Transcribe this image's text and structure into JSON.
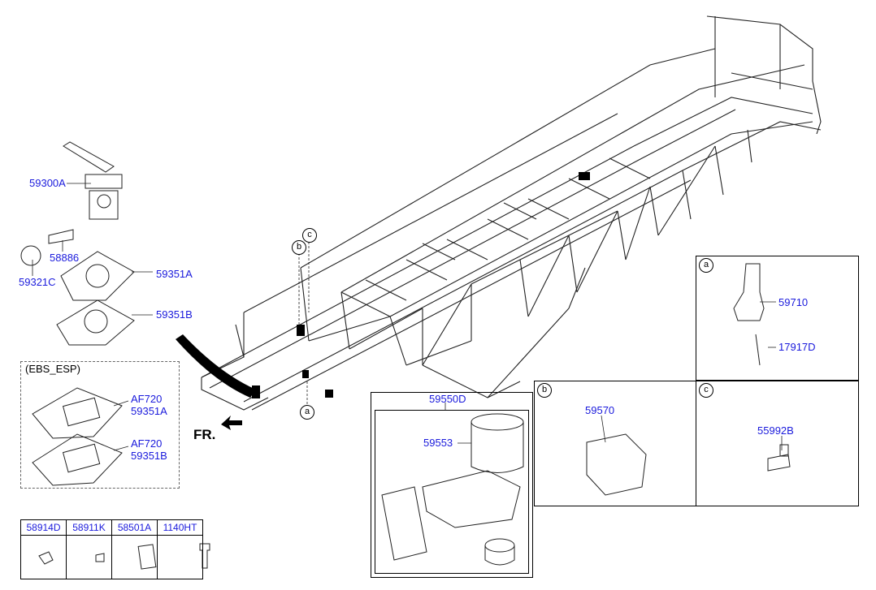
{
  "callouts": {
    "p59300A": "59300A",
    "p58886": "58886",
    "p59321C": "59321C",
    "p59351A": "59351A",
    "p59351B": "59351B",
    "ebs_title": "(EBS_ESP)",
    "af720_1": "AF720",
    "p59351A_2": "59351A",
    "af720_2": "AF720",
    "p59351B_2": "59351B",
    "fr": "FR.",
    "p59550D": "59550D",
    "p59553": "59553",
    "p59570": "59570",
    "p59710": "59710",
    "p17917D": "17917D",
    "p55992B": "55992B"
  },
  "markers": {
    "a": "a",
    "b": "b",
    "c": "c"
  },
  "parts_table": {
    "headers": [
      "58914D",
      "58911K",
      "58501A",
      "1140HT"
    ]
  }
}
